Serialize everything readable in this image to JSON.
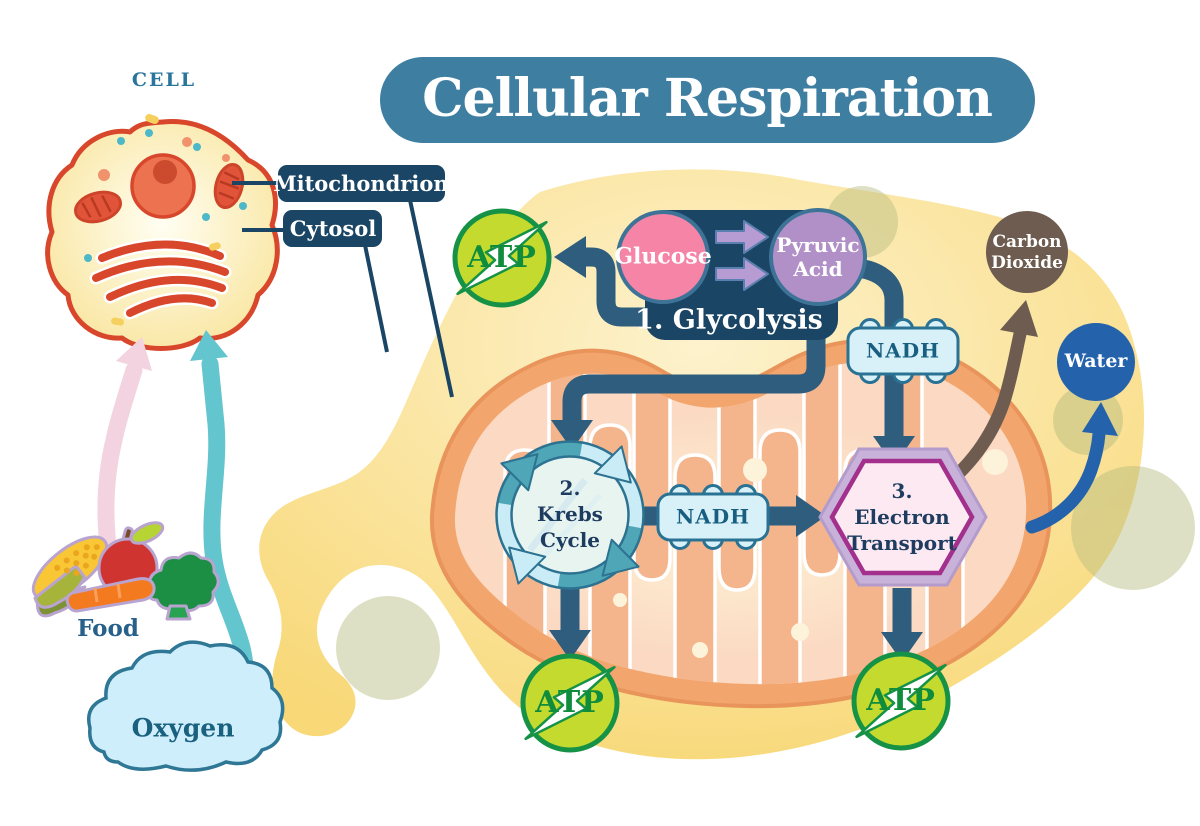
{
  "title": "Cellular Respiration",
  "cell": {
    "heading": "CELL",
    "callout_mitochondrion": "Mitochondrion",
    "callout_cytosol": "Cytosol"
  },
  "inputs": {
    "food": "Food",
    "oxygen": "Oxygen"
  },
  "glycolysis": {
    "title": "1. Glycolysis",
    "glucose": "Glucose",
    "pyruvic_acid": "Pyruvic Acid"
  },
  "krebs": {
    "lines": [
      "2.",
      "Krebs",
      "Cycle"
    ]
  },
  "electron_transport": {
    "lines": [
      "3.",
      "Electron",
      "Transport"
    ]
  },
  "molecules": {
    "atp": "ATP",
    "nadh": "NADH",
    "carbon_dioxide": "Carbon Dioxide",
    "water": "Water"
  },
  "colors": {
    "title_bar": "#3e7ea1",
    "label_navy": "#1a4565",
    "arrow_navy": "#2e5d7e",
    "atp_green_fill": "#c5da2e",
    "atp_green_dark": "#169247",
    "atp_text_green": "#0f8c3c",
    "glucose_pink": "#f584a6",
    "pyruvic_purple": "#b190c8",
    "chevron_purple": "#b79bd3",
    "circle_stroke_blue": "#3d7397",
    "nadh_fill": "#d8f1f9",
    "nadh_stroke": "#2a7294",
    "nadh_text": "#175e80",
    "krebs_ring_teal": "#4ea6b6",
    "krebs_ring_light": "#c9ecf6",
    "krebs_fill": "#e7f4f0",
    "diagram_text_navy": "#1e3c5f",
    "hex_lavender": "#c9b2da",
    "hex_magenta": "#a2308c",
    "hex_fill": "#fce9f1",
    "co2_brown": "#6d5c4f",
    "water_blue": "#2462ac",
    "cytosol_yellow": "#f8d877",
    "mito_outer": "#f2a56d",
    "mito_inner": "#fbd9c2",
    "mito_cristae": "#f5b58c",
    "cell_red": "#d8472b",
    "oxygen_cloud_fill": "#cfeefb",
    "oxygen_cloud_stroke": "#2e7795",
    "pink_arrow": "#f2d3df",
    "teal_arrow": "#63c5cd",
    "olive_spot": "#b5bb7e"
  }
}
